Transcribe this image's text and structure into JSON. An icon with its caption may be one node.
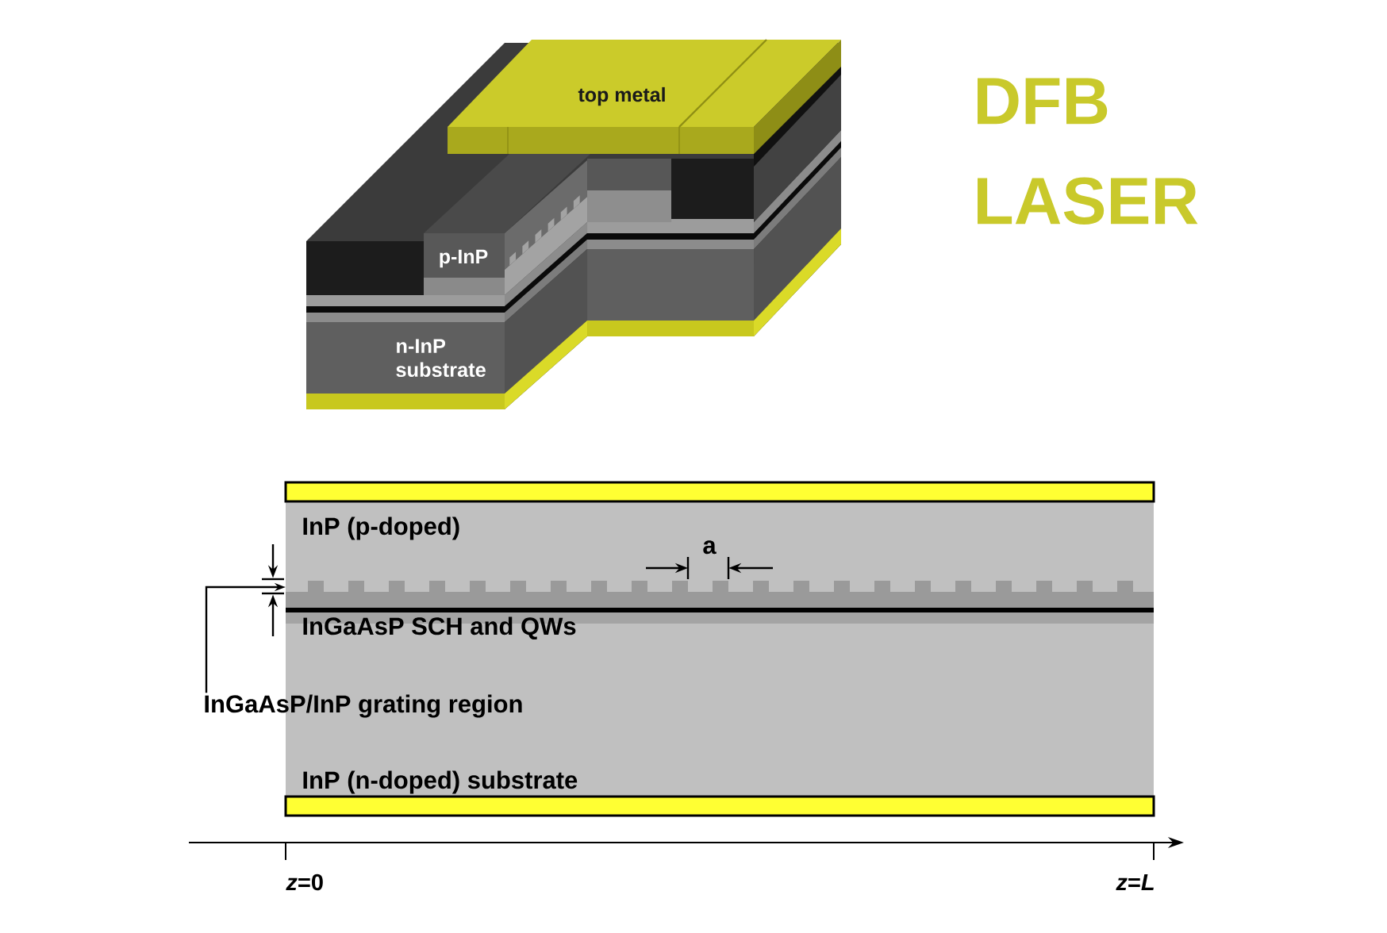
{
  "diagram": {
    "title": "DFB LASER",
    "nodes": [
      {
        "text": [
          "InGaAsP/InP grating region"
        ]
      },
      {
        "text": [],
        "shape": "bar"
      }
    ],
    "edges": [
      {
        "from": 0,
        "to": 1,
        "arrow": "to"
      }
    ],
    "labels": [
      "top metal",
      "p-InP",
      "n-InP substrate",
      "InP (p-doped)",
      "a",
      "InGaAsP SCH and QWs",
      "InP (n-doped) substrate",
      "*z*=0",
      "*z*=*L*"
    ]
  }
}
